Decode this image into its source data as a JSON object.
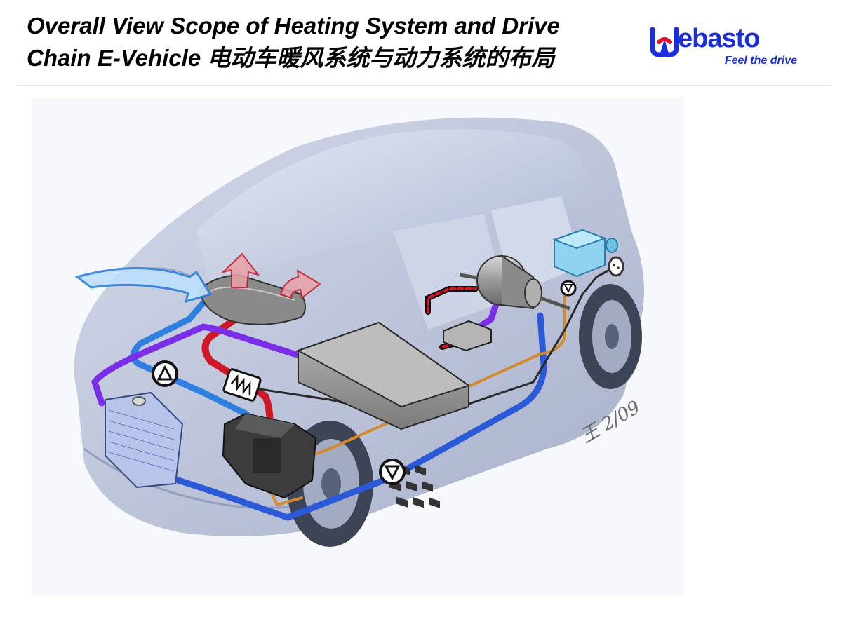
{
  "header": {
    "title_line1": "Overall View Scope of Heating System and Drive",
    "title_line2": "Chain E-Vehicle 电动车暖风系统与动力系统的布局"
  },
  "logo": {
    "brand": "Webasto",
    "brand_rest": "ebasto",
    "tagline": "Feel the drive",
    "color": "#1a2ee0",
    "accent": "#e0102a"
  },
  "illustration": {
    "signature": "王 2/09",
    "colors": {
      "coolant_cold": "#2f7fe0",
      "coolant_hot": "#d01828",
      "drive_loop": "#7a2ee8",
      "return_loop": "#2a5ad8",
      "oil_line": "#d48a2a",
      "body_shade": "#9fa9c8"
    },
    "icons": [
      "pump-icon",
      "heater-element-icon",
      "warm-air-arrow-icon",
      "fresh-air-arrow-icon"
    ]
  }
}
